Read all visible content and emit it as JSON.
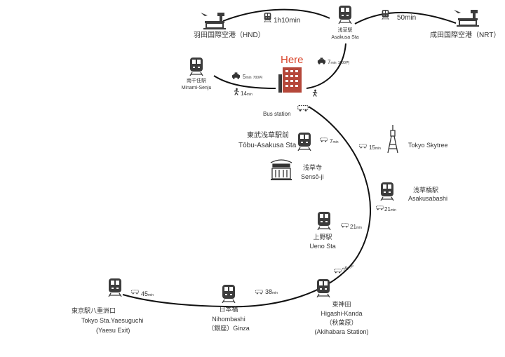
{
  "colors": {
    "accent": "#d9452b",
    "icon": "#3c3c3c",
    "line": "#111111",
    "building": "#b5473a"
  },
  "here": "Here",
  "airports": {
    "hnd": {
      "label": "羽田国際空港（HND）",
      "time": "1h10min"
    },
    "nrt": {
      "label": "成田国際空港（NRT）",
      "time": "50min"
    }
  },
  "asakusa": {
    "jp": "浅草駅",
    "en": "Asakusa Sta",
    "taxi_time": "7",
    "taxi_unit": "min",
    "taxi_fare": "1000円"
  },
  "minami_senju": {
    "jp": "南千住駅",
    "en": "Minami-Senju",
    "taxi_time": "5",
    "taxi_unit": "min",
    "taxi_fare": "700円",
    "walk_time": "14",
    "walk_unit": "min"
  },
  "bus_station": "Bus station",
  "tobu": {
    "jp": "東武浅草駅前",
    "en": "Tōbu-Asakusa Sta",
    "time": "7",
    "unit": "min"
  },
  "skytree": {
    "en": "Tokyo Skytree",
    "time": "15",
    "unit": "min"
  },
  "sensoji": {
    "jp": "浅草寺",
    "en": "Sensō-ji"
  },
  "asakusabashi": {
    "jp": "浅草橋駅",
    "en": "Asakusabashi",
    "time": "21",
    "unit": "min"
  },
  "ueno": {
    "jp": "上野駅",
    "en": "Ueno Sta",
    "time": "21",
    "unit": "min"
  },
  "higashi_kanda": {
    "jp": "東神田",
    "en": "Higashi-Kanda",
    "jp2": "（秋葉原）",
    "en2": "(Akihabara Station)",
    "time": "25",
    "unit": "min"
  },
  "nihombashi": {
    "jp": "日本橋",
    "en": "Nihombashi",
    "en2": "（銀座）Ginza",
    "time": "38",
    "unit": "min"
  },
  "tokyo": {
    "jp": "東京駅八重洲口",
    "en": "Tokyo Sta.Yaesuguchi",
    "en2": "(Yaesu Exit)",
    "time": "45",
    "unit": "min"
  }
}
